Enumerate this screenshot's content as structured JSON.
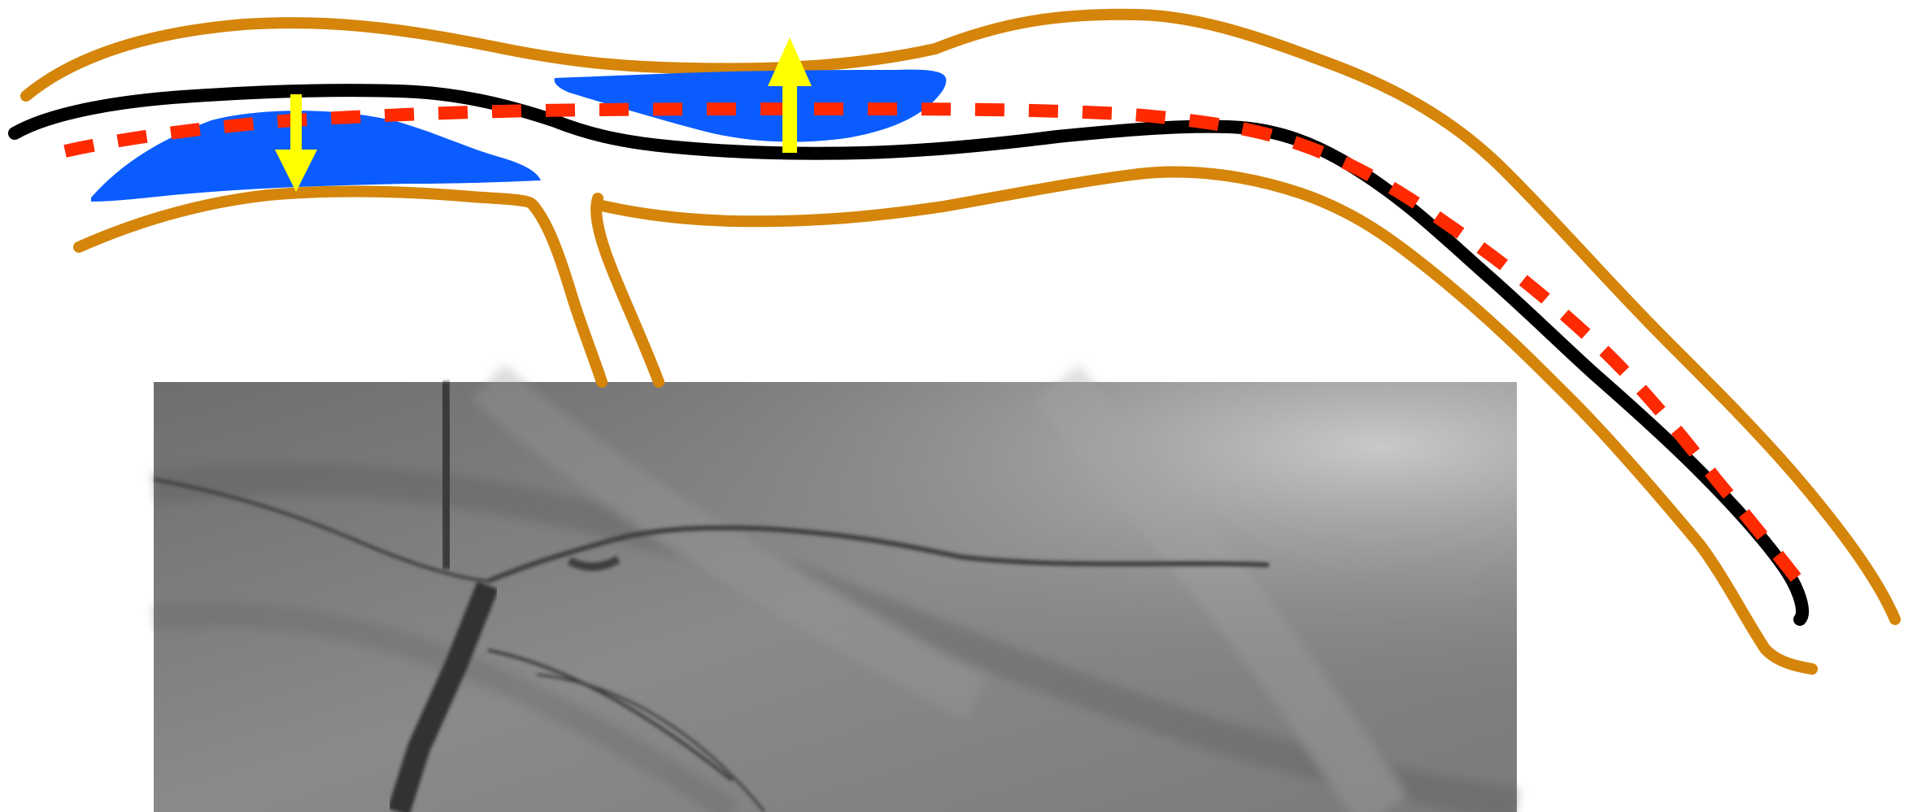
{
  "diagram": {
    "kind": "coronary-guidewire-schematic-with-angiogram",
    "labels": [],
    "colors": {
      "vessel_wall": "#D4850A",
      "plaque": "#0A5CFF",
      "guidewire_true_lumen": "#000000",
      "guidewire_alternate_path": "#FF2A00",
      "displacement_arrow": "#FFFF00",
      "angiogram_background": "#7a7a7a"
    },
    "elements": {
      "vessel_walls": "orange-outline",
      "plaques": "blue-fill",
      "guidewire": "black-solid-line",
      "dashed_path": "red-dashed-line",
      "arrows": [
        "down-arrow-icon",
        "up-arrow-icon"
      ],
      "image": "angiogram-image"
    }
  }
}
